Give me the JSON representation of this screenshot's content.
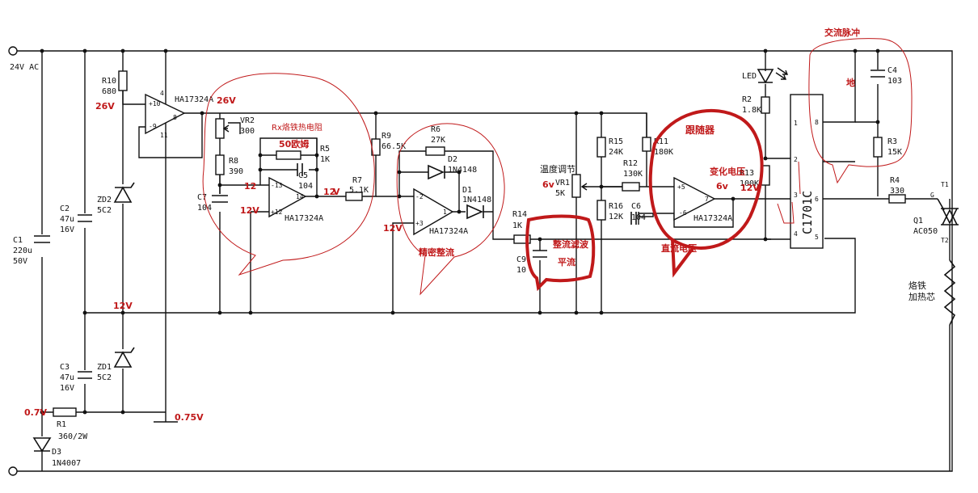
{
  "labels": {
    "supply": "24V AC",
    "c1": "C1",
    "c1v": "220u",
    "c1r": "50V",
    "c2": "C2",
    "c2v": "47u",
    "c2r": "16V",
    "c3": "C3",
    "c3v": "47u",
    "c3r": "16V",
    "zd2": "ZD2",
    "zd2v": "5C2",
    "zd1": "ZD1",
    "zd1v": "5C2",
    "r10": "R10",
    "r10v": "680",
    "r1": "R1",
    "r1v": "360/2W",
    "d3": "D3",
    "d3v": "1N4007",
    "u1": "HA17324A",
    "vr2": "VR2",
    "vr2v": "300",
    "r8": "R8",
    "r8v": "390",
    "c7": "C7",
    "c7v": "104",
    "r5": "R5",
    "r5v": "1K",
    "c5": "C5",
    "c5v": "104",
    "rx": "Rx烙铁热电阻",
    "u2": "HA17324A",
    "r7": "R7",
    "r7v": "5.1K",
    "r9": "R9",
    "r9v": "66.5K",
    "r6": "R6",
    "r6v": "27K",
    "d2": "D2",
    "d2v": "1N4148",
    "d1": "D1",
    "d1v": "1N4148",
    "u3": "HA17324A",
    "r14": "R14",
    "r14v": "1K",
    "c9": "C9",
    "c9v": "10",
    "temp_adj": "温度调节",
    "vr1": "VR1",
    "vr1v": "5K",
    "r15": "R15",
    "r15v": "24K",
    "r16": "R16",
    "r16v": "12K",
    "r12": "R12",
    "r12v": "130K",
    "r11": "R11",
    "r11v": "180K",
    "c6": "C6",
    "c6v": "104",
    "r13": "R13",
    "r13v": "100K",
    "u4": "HA17324A",
    "led": "LED",
    "r2": "R2",
    "r2v": "1.8K",
    "ic": "C1701C",
    "c4": "C4",
    "c4v": "103",
    "r3": "R3",
    "r3v": "15K",
    "r4": "R4",
    "r4v": "330",
    "q1": "Q1",
    "q1v": "AC050",
    "t1": "T1",
    "t2": "T2",
    "g": "G",
    "heater": "烙铁",
    "heater2": "加热芯",
    "pins": {
      "p4": "4",
      "p10": "+10",
      "p9": "-9",
      "p8": "8",
      "p11": "11",
      "p13": "-13",
      "p14": "14",
      "p12": "+12",
      "p2": "-2",
      "p1": "1",
      "p3": "+3",
      "pp5": "+5",
      "p7": "7",
      "pm6": "-6",
      "i1": "1",
      "i2": "2",
      "i3": "3",
      "i4": "4",
      "i5": "5",
      "i6": "6",
      "i8": "8"
    }
  },
  "annotations": {
    "v26a": "26V",
    "v26b": "26V",
    "v12a": "12",
    "v12b": "12V",
    "v12c": "V",
    "v12d": "12V",
    "v12e": "12V",
    "v07": "0.7V",
    "v075": "0.75V",
    "ohm50": "50欧姆",
    "precise": "精密整流",
    "filter": "整流滤波",
    "flat": "平流",
    "v6a": "6v",
    "follower": "跟随器",
    "change": "变化电压",
    "v6b": "6v",
    "v12f": "12V",
    "dc": "直流电压",
    "ac_pulse": "交流脉冲",
    "ground": "地"
  },
  "colors": {
    "annotation": "#c0191a",
    "wire": "#111111"
  }
}
